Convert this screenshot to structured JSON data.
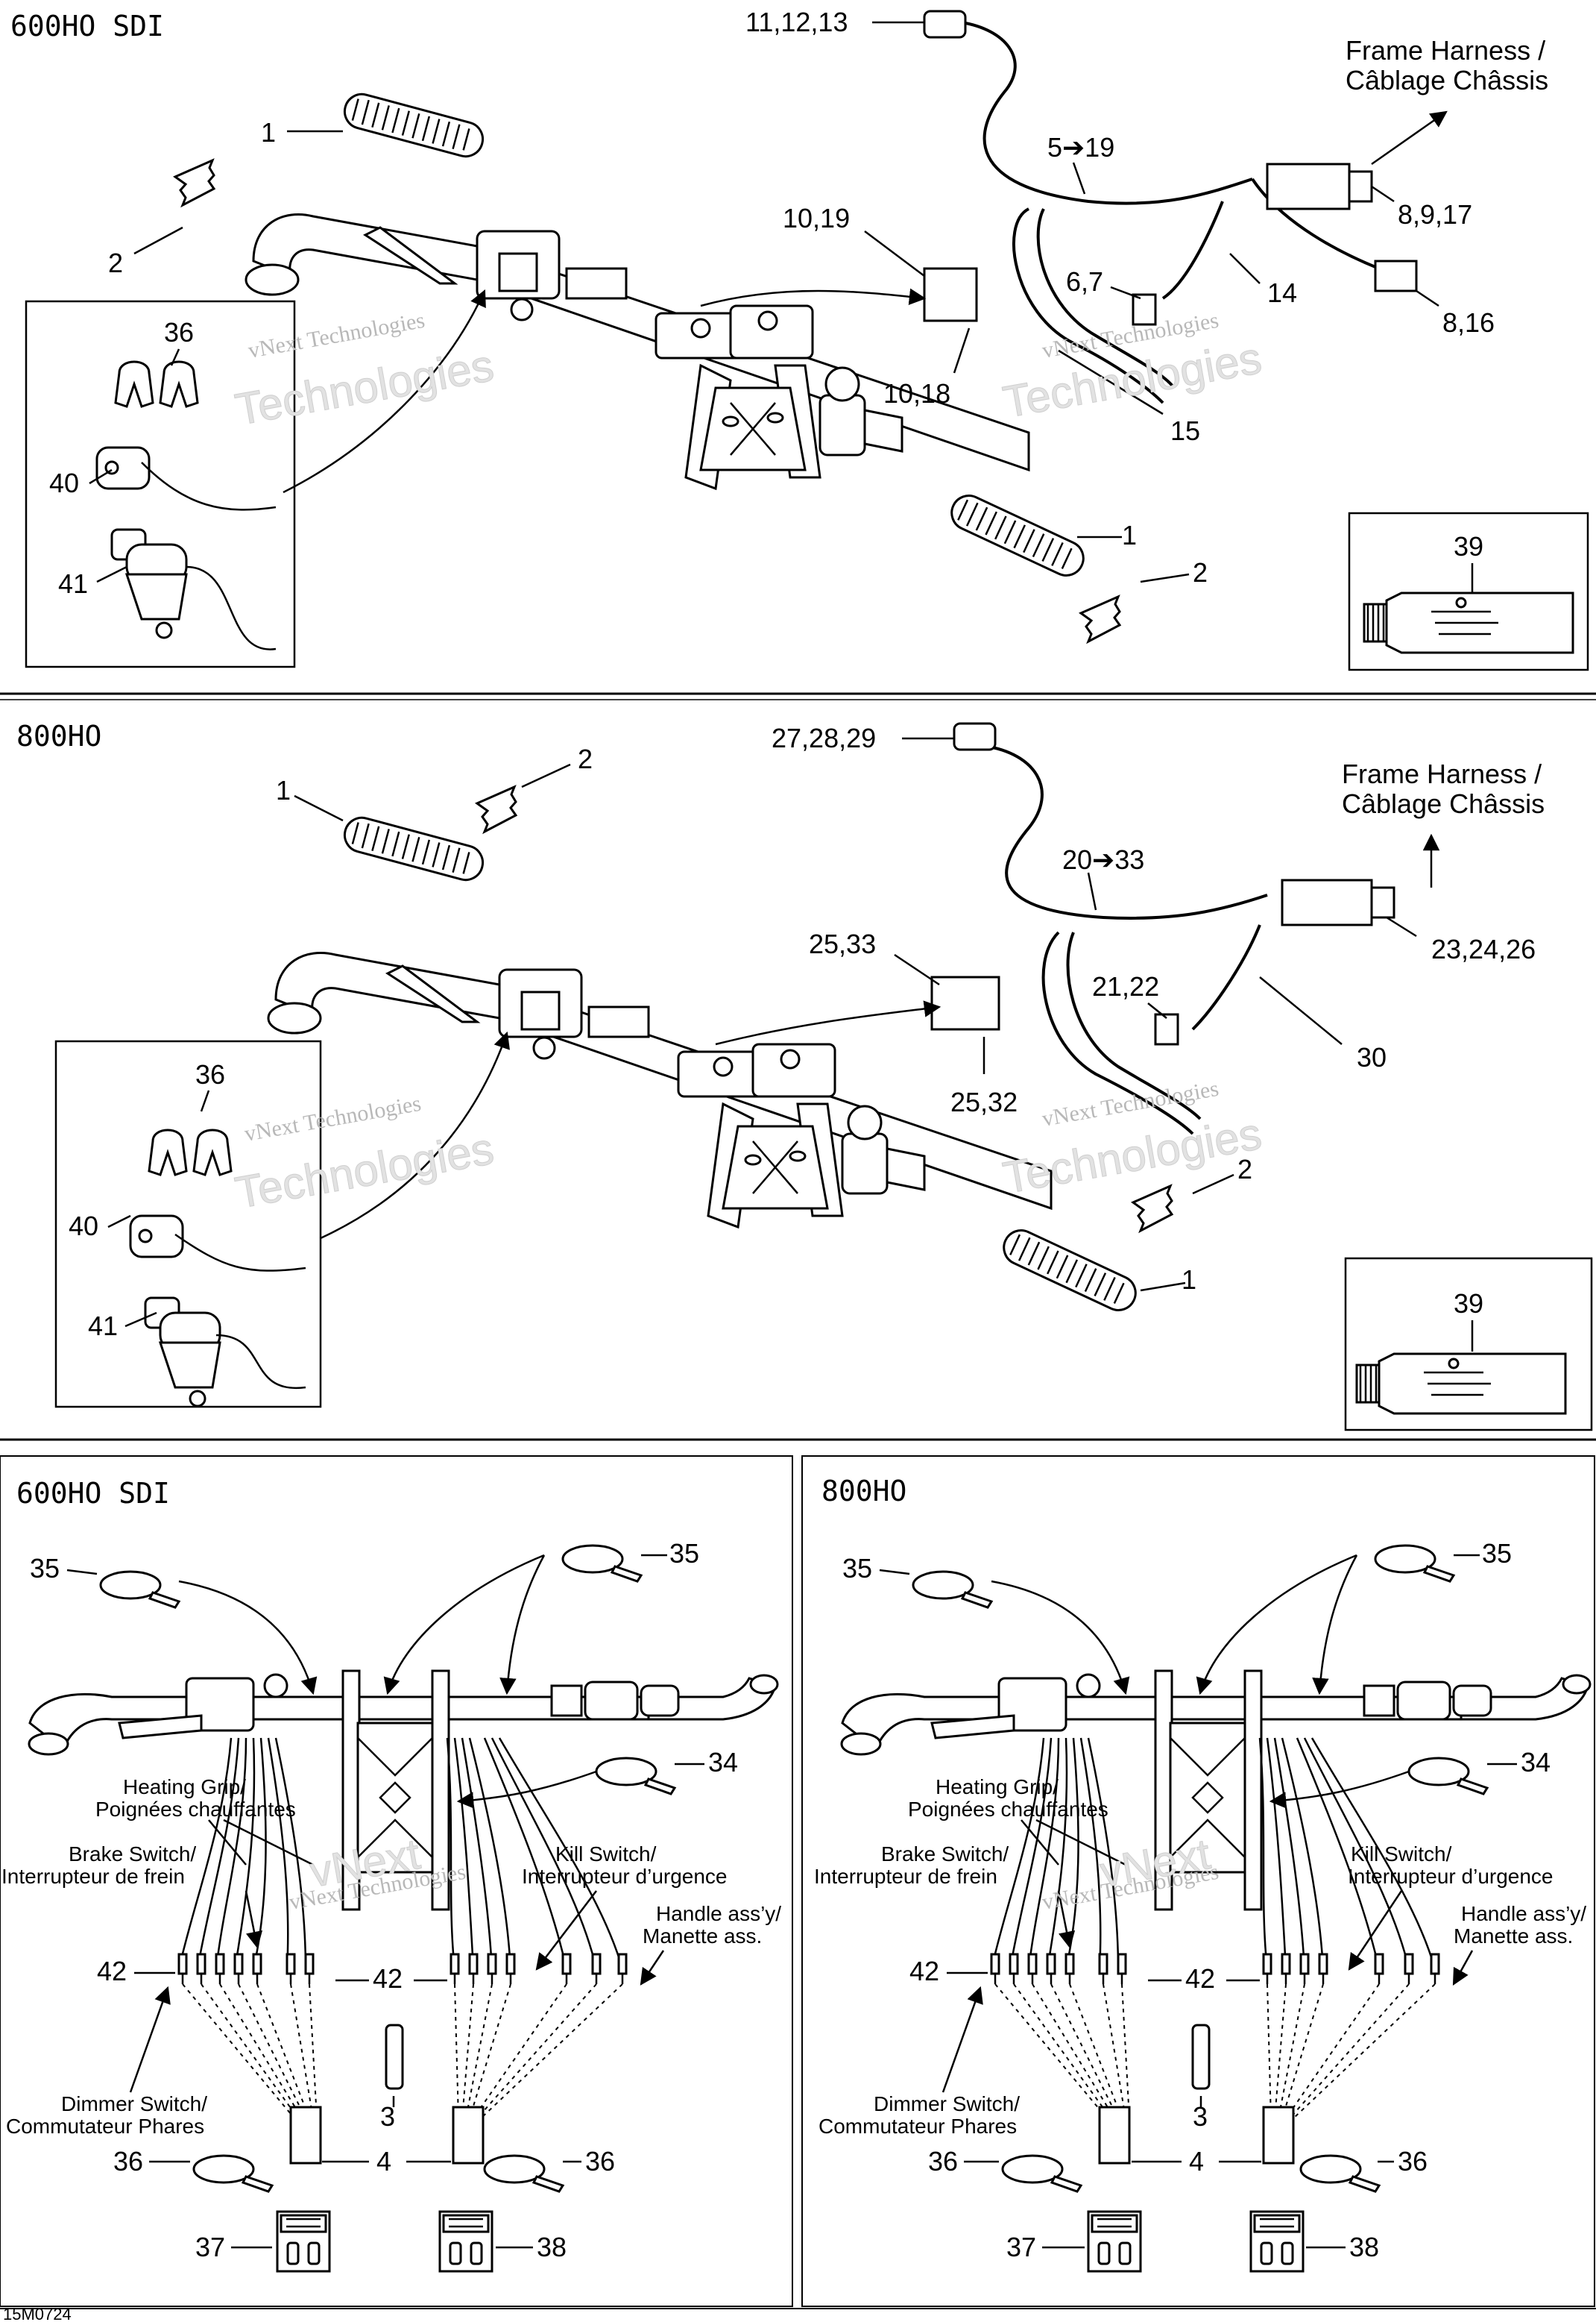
{
  "sections": {
    "top_title": "600HO SDI",
    "middle_title": "800HO",
    "bottom_left_title": "600HO SDI",
    "bottom_right_title": "800HO",
    "figure_code": "15M0724"
  },
  "watermark": {
    "line1": "vNext Technologies",
    "line2": "vNext",
    "line3": "Technologies"
  },
  "top": {
    "callouts": {
      "c1a": "1",
      "c2a": "2",
      "c1b": "1",
      "c2b": "2",
      "c11": "11,12,13",
      "c5": "5➔19",
      "c10_19": "10,19",
      "c6": "6,7",
      "c14": "14",
      "c10_18": "10,18",
      "c15": "15",
      "c8_9": "8,9,17",
      "c8_16": "8,16",
      "c36": "36",
      "c40": "40",
      "c41": "41",
      "c39": "39"
    },
    "frame_harness": {
      "en": "Frame Harness /",
      "fr": "Câblage Châssis"
    }
  },
  "middle": {
    "callouts": {
      "c1a": "1",
      "c2a": "2",
      "c1b": "1",
      "c2b": "2",
      "c27": "27,28,29",
      "c20": "20➔33",
      "c25_33": "25,33",
      "c21": "21,22",
      "c25_32": "25,32",
      "c30": "30",
      "c23": "23,24,26",
      "c36": "36",
      "c40": "40",
      "c41": "41",
      "c39": "39"
    },
    "frame_harness": {
      "en": "Frame Harness /",
      "fr": "Câblage Châssis"
    }
  },
  "bottom_panel": {
    "callouts": {
      "c35a": "35",
      "c35b": "35",
      "c34": "34",
      "c42a": "42",
      "c42b": "42",
      "c3": "3",
      "c4": "4",
      "c36a": "36",
      "c36b": "36",
      "c37": "37",
      "c38": "38"
    },
    "labels": {
      "heating_grip_en": "Heating Grip/",
      "heating_grip_fr": "Poignées chauffantes",
      "brake_switch_en": "Brake Switch/",
      "brake_switch_fr": "Interrupteur de frein",
      "kill_switch_en": "Kill Switch/",
      "kill_switch_fr": "Interrupteur d’urgence",
      "handle_en": "Handle ass’y/",
      "handle_fr": "Manette ass.",
      "dimmer_en": "Dimmer Switch/",
      "dimmer_fr": "Commutateur Phares"
    }
  }
}
